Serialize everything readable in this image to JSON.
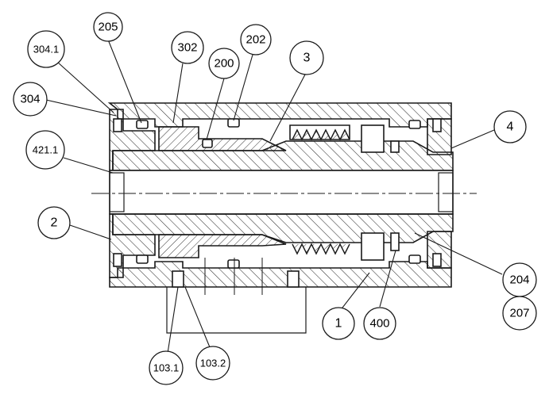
{
  "drawing": {
    "line_color": "#1a1a1a",
    "background": "#ffffff",
    "hatch_color": "#333333"
  },
  "callouts": {
    "c304_1": "304.1",
    "c205": "205",
    "c302": "302",
    "c202": "202",
    "c200": "200",
    "c3": "3",
    "c304": "304",
    "c421_1": "421.1",
    "c4": "4",
    "c2": "2",
    "c204": "204",
    "c207": "207",
    "c1": "1",
    "c400": "400",
    "c103_1": "103.1",
    "c103_2": "103.2"
  }
}
